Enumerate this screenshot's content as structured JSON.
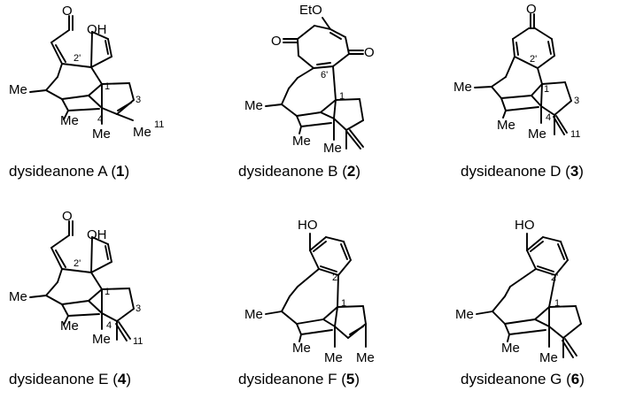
{
  "compounds": [
    {
      "name": "dysideanone A (",
      "number": "1",
      "close": ")"
    },
    {
      "name": "dysideanone B (",
      "number": "2",
      "close": ")"
    },
    {
      "name": "dysideanone D (",
      "number": "3",
      "close": ")"
    },
    {
      "name": "dysideanone E (",
      "number": "4",
      "close": ")"
    },
    {
      "name": "dysideanone F (",
      "number": "5",
      "close": ")"
    },
    {
      "name": "dysideanone G (",
      "number": "6",
      "close": ")"
    }
  ],
  "labels": {
    "me": "Me",
    "oh": "OH",
    "ho": "HO",
    "o": "O",
    "eto": "EtO",
    "n1": "1",
    "n2p": "2'",
    "n3": "3",
    "n4": "4",
    "n6p": "6'",
    "n11": "11"
  }
}
